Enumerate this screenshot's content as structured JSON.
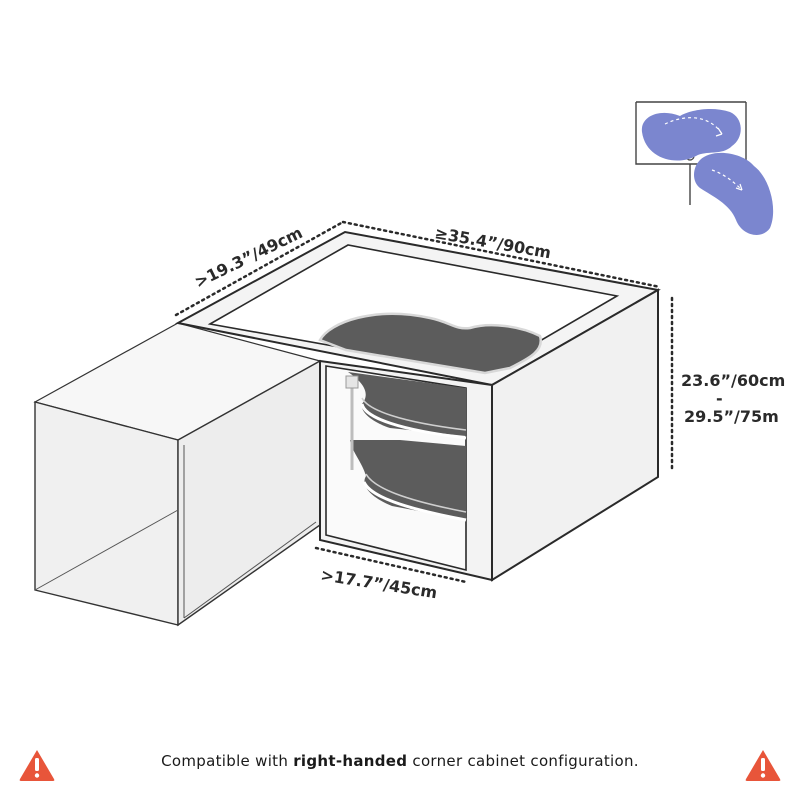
{
  "dimensions": {
    "depth": ">19.3”/49cm",
    "width": "≥35.4”/90cm",
    "height_min": "23.6”/60cm",
    "height_separator": "-",
    "height_max": "29.5”/75m",
    "door": ">17.7”/45cm"
  },
  "caption": {
    "prefix": "Compatible with ",
    "emphasis": "right-handed",
    "suffix": " corner cabinet configuration."
  },
  "icons": {
    "warning": "warning-triangle-icon",
    "warning_color": "#e8553a",
    "swing_diagram": "shelf-swing-out-icon",
    "swing_color": "#7b86cf"
  },
  "colors": {
    "outline": "#2a2a2a",
    "cabinet_fill": "#f2f2f2",
    "shelf": "#5c5c5c",
    "shelf_rim": "#d8d8d8"
  }
}
